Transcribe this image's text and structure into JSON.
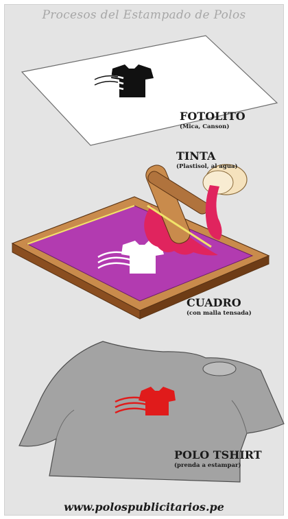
{
  "header": {
    "title": "Procesos del Estampado  de Polos"
  },
  "steps": [
    {
      "name": "FOTOLITO",
      "detail": "(Mica, Canson)"
    },
    {
      "name": "TINTA",
      "detail": "(Plastisol, al agua)"
    },
    {
      "name": "CUADRO",
      "detail": "(con malla tensada)"
    },
    {
      "name": "POLO TSHIRT",
      "detail": "(prenda a estampar)"
    }
  ],
  "footer": {
    "url": "www.polospublicitarios.pe"
  },
  "colors": {
    "background": "#e4e4e4",
    "frame_wood": "#b06a35",
    "mesh": "#b23bb0",
    "ink": "#e0245e",
    "shirt": "#a3a3a3",
    "print": "#e01b1b"
  }
}
